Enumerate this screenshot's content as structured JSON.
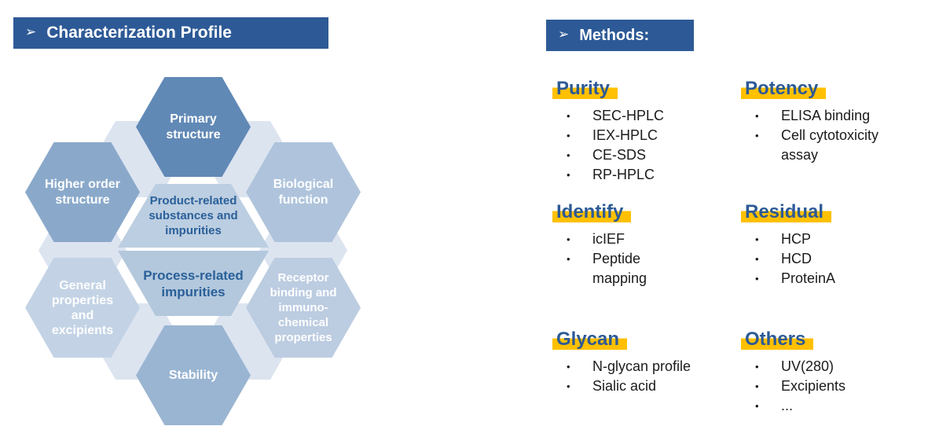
{
  "colors": {
    "title_bar": "#2D5A96",
    "hex_primary": "#6189B6",
    "hex_higher": "#8AA9CA",
    "hex_biological": "#AFC4DC",
    "hex_general": "#C3D3E5",
    "hex_receptor": "#BCCCE1",
    "hex_stability": "#9AB5D2",
    "hex_center_top": "#BCCEE1",
    "hex_center_bottom": "#B3C8DD",
    "hex_pale": "#DCE4F0",
    "center_text": "#2A6099",
    "heading_blue": "#2D5A96",
    "highlight_yellow": "#FFC000"
  },
  "left_panel": {
    "title": "Characterization Profile",
    "arrow": "➢",
    "hexagons": [
      {
        "id": "primary-structure",
        "lines": [
          "Primary",
          "structure"
        ]
      },
      {
        "id": "higher-order-structure",
        "lines": [
          "Higher order",
          "structure"
        ]
      },
      {
        "id": "biological-function",
        "lines": [
          "Biological",
          "function"
        ]
      },
      {
        "id": "general-properties-and-excipients",
        "lines": [
          "General",
          "properties",
          "and",
          "excipients"
        ]
      },
      {
        "id": "receptor-binding",
        "lines": [
          "Receptor",
          "binding and",
          "immuno-",
          "chemical",
          "properties"
        ]
      },
      {
        "id": "stability",
        "lines": [
          "Stability"
        ]
      },
      {
        "id": "product-related",
        "lines": [
          "Product-related",
          "substances and",
          "impurities"
        ]
      },
      {
        "id": "process-related",
        "lines": [
          "Process-related",
          "impurities"
        ]
      }
    ]
  },
  "right_panel": {
    "title": "Methods:",
    "arrow": "➢",
    "bullet": "•",
    "sections": [
      {
        "heading": "Purity",
        "items": [
          "SEC-HPLC",
          "IEX-HPLC",
          "CE-SDS",
          "RP-HPLC"
        ]
      },
      {
        "heading": "Potency",
        "items": [
          "ELISA binding",
          "Cell cytotoxicity assay"
        ]
      },
      {
        "heading": "Identify",
        "items": [
          "icIEF",
          "Peptide mapping"
        ]
      },
      {
        "heading": "Residual",
        "items": [
          "HCP",
          "HCD",
          "ProteinA"
        ]
      },
      {
        "heading": "Glycan",
        "items": [
          "N-glycan profile",
          "Sialic acid"
        ]
      },
      {
        "heading": "Others",
        "items": [
          "UV(280)",
          "Excipients",
          "..."
        ]
      }
    ]
  }
}
